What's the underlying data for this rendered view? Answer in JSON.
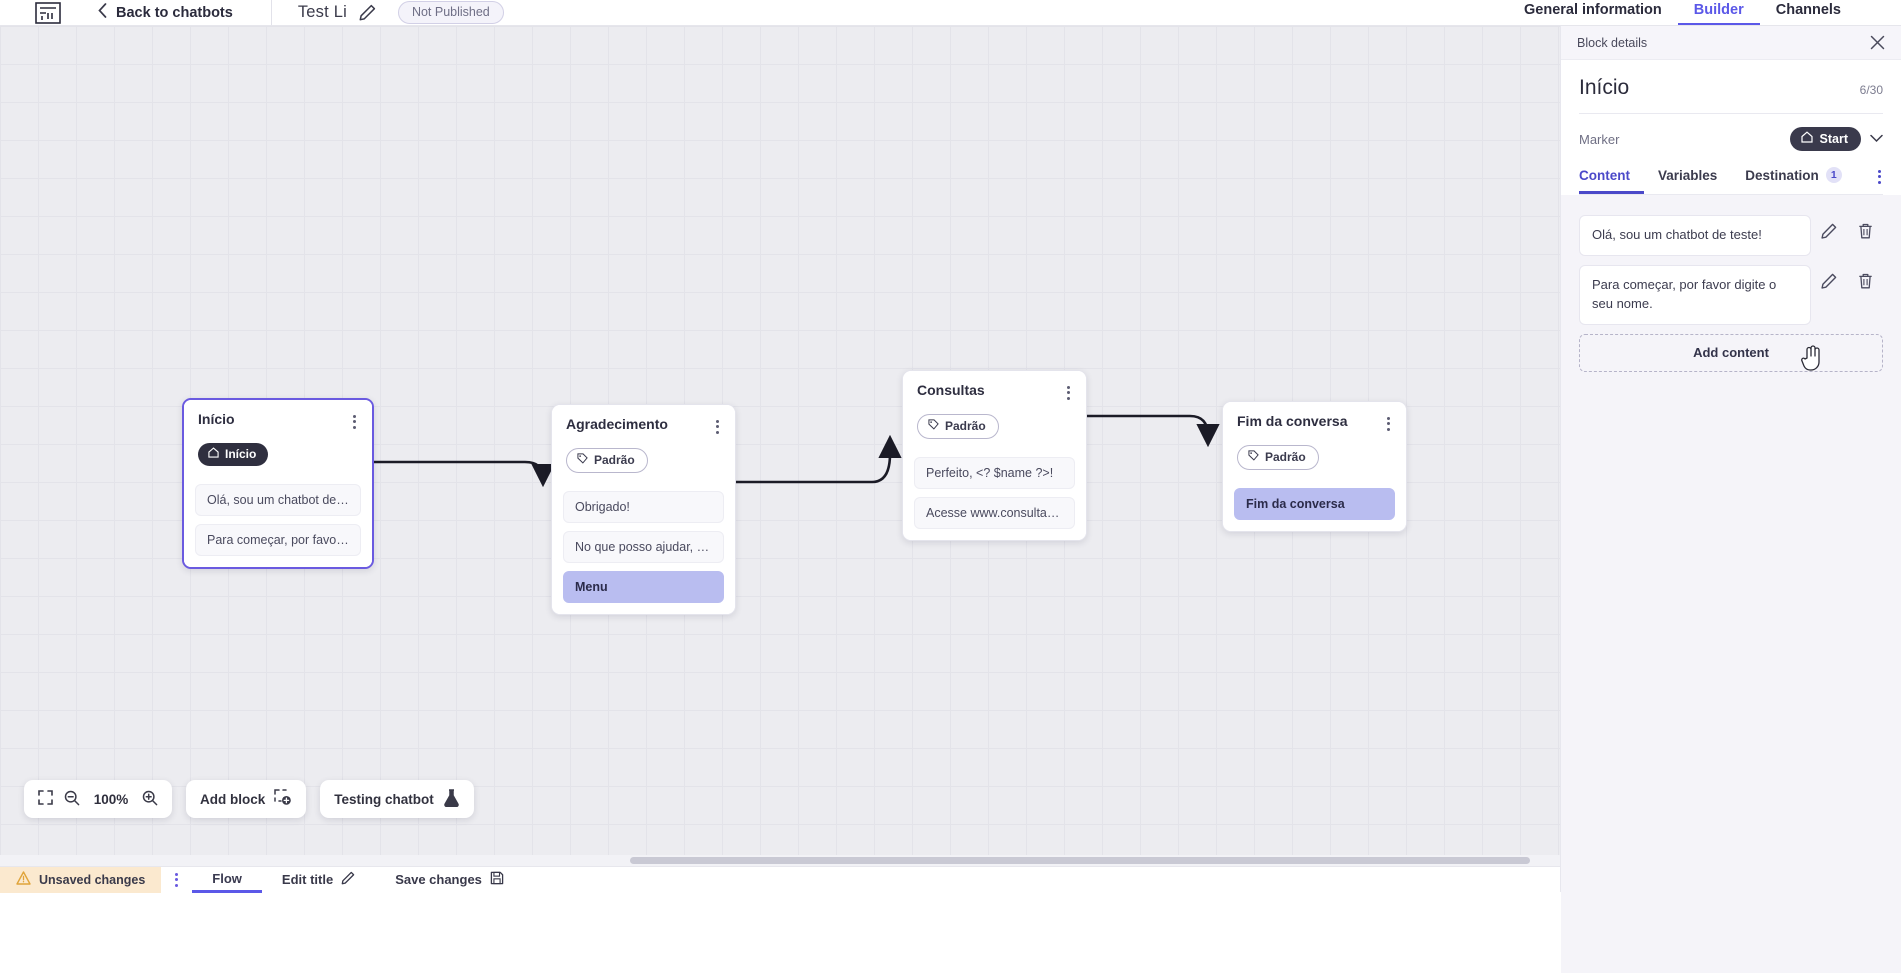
{
  "topbar": {
    "logo_icon": "app-logo-icon",
    "back_label": "Back to chatbots",
    "back_icon": "chevron-left-icon",
    "chatbot_name": "Test Li",
    "edit_icon": "pencil-icon",
    "publish_status": "Not Published",
    "tabs": [
      {
        "label": "General information",
        "active": false
      },
      {
        "label": "Builder",
        "active": true
      },
      {
        "label": "Channels",
        "active": false
      }
    ]
  },
  "canvas": {
    "zoom_level": "100%",
    "fit_icon": "fit-screen-icon",
    "zoom_out_icon": "zoom-out-icon",
    "zoom_in_icon": "zoom-in-icon",
    "add_block_label": "Add block",
    "add_block_icon": "add-block-icon",
    "testing_label": "Testing chatbot",
    "testing_icon": "flask-icon",
    "nodes": [
      {
        "id": "inicio",
        "title": "Início",
        "chip_label": "Início",
        "chip_type": "start",
        "chip_icon": "home-icon",
        "selected": true,
        "messages": [
          {
            "text": "Olá, sou um chatbot de teste!",
            "highlight": false
          },
          {
            "text": "Para começar, por favor digite o ...",
            "highlight": false
          }
        ]
      },
      {
        "id": "agradecimento",
        "title": "Agradecimento",
        "chip_label": "Padrão",
        "chip_type": "default",
        "chip_icon": "tag-icon",
        "selected": false,
        "messages": [
          {
            "text": "Obrigado!",
            "highlight": false
          },
          {
            "text": "No que posso ajudar, <? $name ...",
            "highlight": false
          },
          {
            "text": "Menu",
            "highlight": true
          }
        ]
      },
      {
        "id": "consultas",
        "title": "Consultas",
        "chip_label": "Padrão",
        "chip_type": "default",
        "chip_icon": "tag-icon",
        "selected": false,
        "messages": [
          {
            "text": "Perfeito, <? $name ?>!",
            "highlight": false
          },
          {
            "text": "Acesse www.consultas.com par...",
            "highlight": false
          }
        ]
      },
      {
        "id": "fim",
        "title": "Fim da conversa",
        "chip_label": "Padrão",
        "chip_type": "default",
        "chip_icon": "tag-icon",
        "selected": false,
        "messages": [
          {
            "text": "Fim da conversa",
            "highlight": true
          }
        ]
      }
    ]
  },
  "statusbar": {
    "unsaved_label": "Unsaved changes",
    "warning_icon": "warning-triangle-icon",
    "kebab_icon": "more-vertical-icon",
    "flow_label": "Flow",
    "edit_title_label": "Edit title",
    "edit_title_icon": "pencil-icon",
    "save_label": "Save changes",
    "save_icon": "save-disk-icon"
  },
  "panel": {
    "header_title": "Block details",
    "close_icon": "close-icon",
    "block_title": "Início",
    "char_count": "6/30",
    "marker_label": "Marker",
    "marker_value": "Start",
    "marker_icon": "home-icon",
    "marker_chevron_icon": "chevron-down-icon",
    "tabs": [
      {
        "label": "Content",
        "active": true,
        "badge": ""
      },
      {
        "label": "Variables",
        "active": false,
        "badge": ""
      },
      {
        "label": "Destination",
        "active": false,
        "badge": "1"
      }
    ],
    "tabs_kebab_icon": "more-vertical-icon",
    "contents": [
      {
        "text": "Olá, sou um chatbot de teste!",
        "edit_icon": "pencil-icon",
        "delete_icon": "trash-icon"
      },
      {
        "text": "Para começar, por favor digite o seu nome.",
        "edit_icon": "pencil-icon",
        "delete_icon": "trash-icon"
      }
    ],
    "add_content_label": "Add content"
  },
  "colors": {
    "accent": "#5b58e8",
    "panel_accent": "#4b49c9",
    "highlight": "#b9bdf0",
    "warning_bg": "#fbe9cf",
    "canvas_bg": "#ececf0"
  }
}
